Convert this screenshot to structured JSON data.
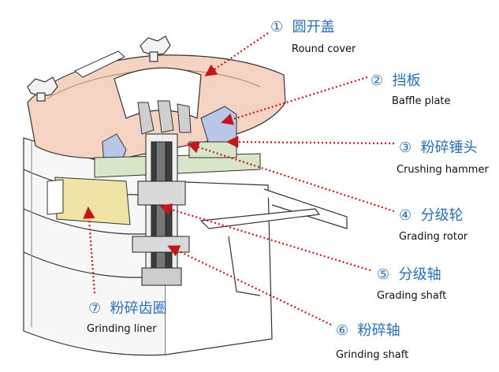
{
  "labels": [
    {
      "num": "①",
      "cn": "圆开盖",
      "en": "Round cover"
    },
    {
      "num": "②",
      "cn": "挡板",
      "en": "Baffle plate"
    },
    {
      "num": "③",
      "cn": "粉碎锤头",
      "en": "Crushing hammer"
    },
    {
      "num": "④",
      "cn": "分级轮",
      "en": "Grading rotor"
    },
    {
      "num": "⑤",
      "cn": "分级轴",
      "en": "Grading shaft"
    },
    {
      "num": "⑥",
      "cn": "粉碎轴",
      "en": "Grinding shaft"
    },
    {
      "num": "⑦",
      "cn": "粉碎齿圈",
      "en": "Grinding liner"
    }
  ],
  "colors": {
    "label_cn": "#2a6fb5",
    "leader": "#c4161c",
    "cover": "#f5d3c2",
    "hammer": "#b9c6e6",
    "rotor": "#d7e6c9",
    "liner": "#f0e3a6",
    "shaft_dark": "#3d3d3d",
    "outline": "#333333"
  }
}
